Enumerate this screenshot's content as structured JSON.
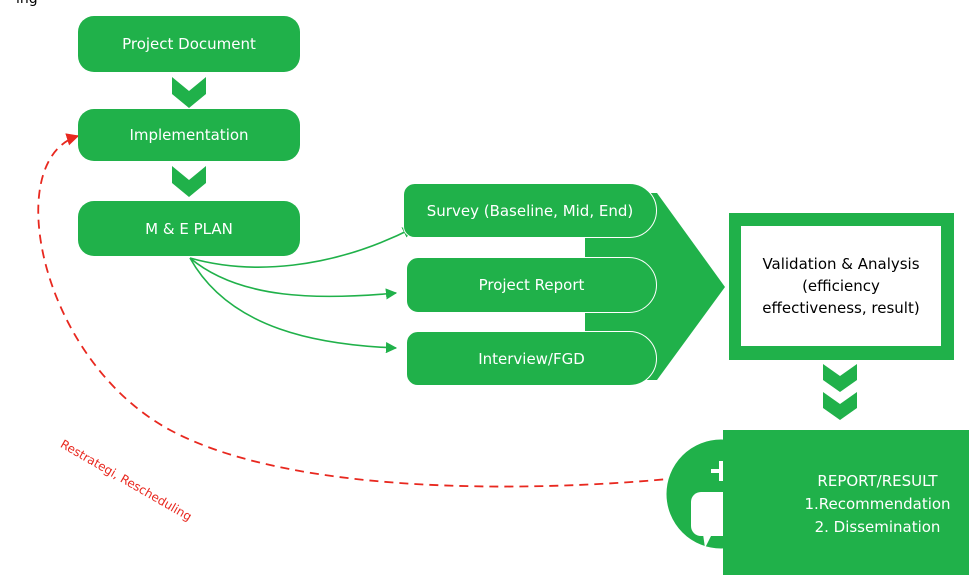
{
  "caption": "ing",
  "steps": {
    "project_document": "Project Document",
    "implementation": "Implementation",
    "me_plan": "M & E PLAN"
  },
  "methods": {
    "survey": "Survey (Baseline, Mid, End)",
    "project_report": "Project Report",
    "interview": "Interview/FGD"
  },
  "validation": {
    "line1": "Validation & Analysis",
    "line2": "(efficiency",
    "line3": "effectiveness, result)"
  },
  "report": {
    "title": "REPORT/RESULT",
    "item1": "1.Recommendation",
    "item2": "2. Dissemination"
  },
  "feedback_label": "Restrategi, Rescheduling",
  "colors": {
    "green": "#20b14a",
    "dashed_red": "#e8281f",
    "white": "#ffffff"
  },
  "icons": {
    "report_icon": "chat-bubble-plus-icon"
  }
}
